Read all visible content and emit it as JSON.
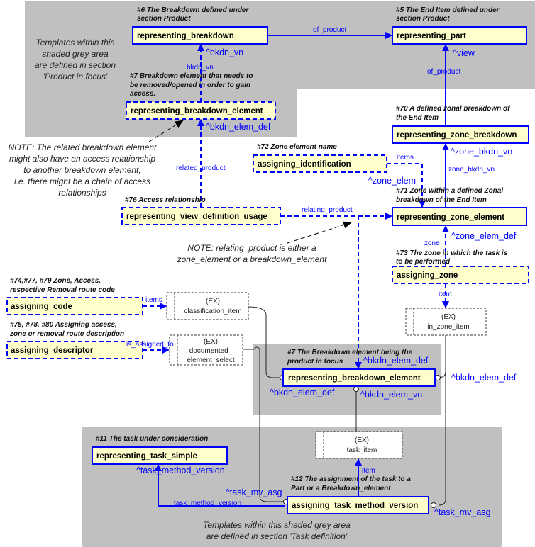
{
  "grey_notes": {
    "product": [
      "Templates within this",
      "shaded grey area",
      "are defined in section",
      "'Product in focus'"
    ],
    "task": [
      "Templates within this shaded grey area",
      "are defined in section 'Task definition'"
    ]
  },
  "boxes": {
    "representing_breakdown": "representing_breakdown",
    "representing_part": "representing_part",
    "representing_breakdown_element_access": "representing_breakdown_element",
    "representing_zone_breakdown": "representing_zone_breakdown",
    "assigning_identification": "assigning_identification",
    "representing_view_definition_usage": "representing_view_definition_usage",
    "representing_zone_element": "representing_zone_element",
    "assigning_zone": "assigning_zone",
    "assigning_code": "assigning_code",
    "assigning_descriptor": "assigning_descriptor",
    "representing_breakdown_element_focus": "representing_breakdown_element",
    "representing_task_simple": "representing_task_simple",
    "assigning_task_method_version": "assigning_task_method_version"
  },
  "ex_boxes": {
    "classification_item": [
      "(EX)",
      "classification_item"
    ],
    "documented_element_select": [
      "(EX)",
      "documented_",
      "element_select"
    ],
    "in_zone_item": [
      "(EX)",
      "in_zone_item"
    ],
    "task_item": [
      "(EX)",
      "task_item"
    ]
  },
  "captions": {
    "c6": [
      "#6 The Breakdown defined under",
      "section Product"
    ],
    "c5": [
      "#5 The End Item defined under",
      "section Product"
    ],
    "c7a": [
      "#7 Breakdown element that needs to",
      "be removed/opened in order to gain",
      "access."
    ],
    "c70": [
      "#70 A defined zonal breakdown of",
      "the End Item"
    ],
    "c72": [
      "#72 Zone element name"
    ],
    "c76": [
      "#76 Access relationship"
    ],
    "c71": [
      "#71 Zone within a defined Zonal",
      "breakdown of the End Item"
    ],
    "c73": [
      "#73 The zone in which the task is",
      "to be performed"
    ],
    "c74": [
      "#74,#77, #79  Zone, Access,",
      "respective Removal route code"
    ],
    "c75": [
      "#75, #78, #80 Assigning access,",
      "zone or removal route description"
    ],
    "c7b": [
      "#7 The Breakdown element being the",
      "product in focus"
    ],
    "c11": [
      "#11 The task under consideration"
    ],
    "c12": [
      "#12 The assignment of the task to a",
      "Part or a Breakdown_element"
    ]
  },
  "notes": {
    "access": [
      "NOTE: The related breakdown element",
      "might also have an access relationship",
      "to another breakdown element,",
      "i.e. there might be a chain of access",
      "relationships"
    ],
    "relating": [
      "NOTE: relating_product is either a",
      "zone_element or a breakdown_element"
    ]
  },
  "edge_labels": {
    "of_product_top": "of_product",
    "bkdn_vn": "bkdn_vn",
    "related_product": "related_product",
    "of_product_right": "of_product",
    "items_zone": "items",
    "zone_bkdn_vn": "zone_bkdn_vn",
    "relating_product": "relating_product",
    "zone": "zone",
    "item_zone": "item",
    "items_code": "items",
    "is_assigned_to": "is_assigned_to",
    "item_task": "item",
    "task_method_version": "task_method_version"
  },
  "role_labels": {
    "bkdn_vn": "^bkdn_vn",
    "bkdn_elem_def_1": "^bkdn_elem_def",
    "view": "^view",
    "zone_bkdn_vn": "^zone_bkdn_vn",
    "zone_elem": "^zone_elem",
    "zone_elem_def": "^zone_elem_def",
    "bkdn_elem_def_2": "^bkdn_elem_def",
    "bkdn_elem_def_3": "^bkdn_elem_def",
    "bkdn_elem_vn": "^bkdn_elem_vn",
    "bkdn_elem_def_4": "^bkdn_elem_def",
    "task_method_version": "^task_method_version",
    "task_mv_asg_1": "^task_mv_asg",
    "task_mv_asg_2": "^task_mv_asg"
  }
}
